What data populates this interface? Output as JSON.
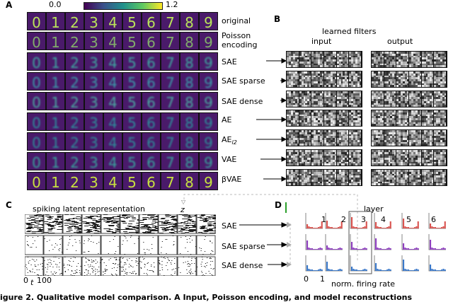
{
  "panels": {
    "A": "A",
    "B": "B",
    "C": "C",
    "D": "D"
  },
  "colorbar": {
    "min_label": "0.0",
    "max_label": "1.2",
    "colors": [
      "#440154",
      "#3b528b",
      "#21918c",
      "#5ec962",
      "#fde725"
    ]
  },
  "digits": [
    "0",
    "1",
    "2",
    "3",
    "4",
    "5",
    "6",
    "7",
    "8",
    "9"
  ],
  "row_labels": [
    "original",
    "Poisson\nencoding",
    "SAE",
    "SAE sparse",
    "SAE dense",
    "AE",
    "AE_l2",
    "VAE",
    "βVAE"
  ],
  "ael2": {
    "main": "AE",
    "sub": "l2"
  },
  "panel_b": {
    "title": "learned filters",
    "input_label": "input",
    "output_label": "output"
  },
  "panel_c": {
    "title": "spiking latent representation",
    "z_symbol": "z",
    "rows": [
      "SAE",
      "SAE sparse",
      "SAE dense"
    ],
    "t_axis": {
      "start": "0",
      "var": "t",
      "end": "100"
    }
  },
  "panel_d": {
    "layer_label": "layer",
    "layers": [
      "1",
      "2",
      "3",
      "4",
      "5",
      "6"
    ],
    "xaxis": {
      "start": "0",
      "end": "1",
      "label": "norm. firing rate"
    },
    "row_colors": [
      "#d9534f",
      "#8e3fbf",
      "#3a78c9"
    ],
    "top_color": "#2ca02c"
  },
  "caption": "igure 2. Qualitative model comparison. A Input, Poisson encoding, and model reconstructions"
}
